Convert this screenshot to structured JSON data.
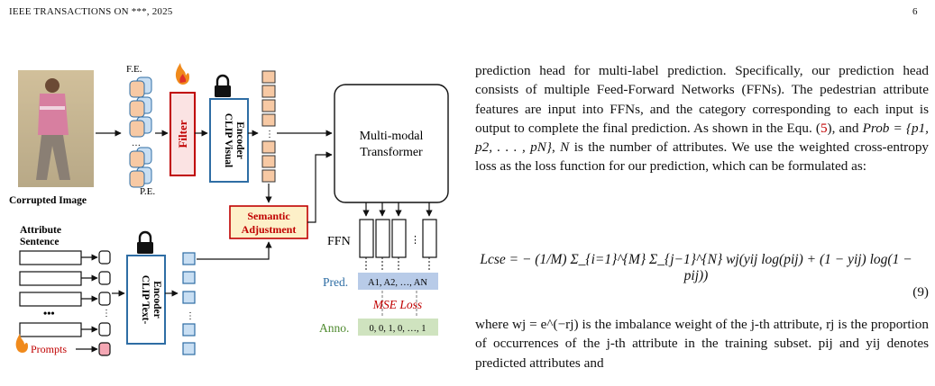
{
  "header": {
    "left": "IEEE TRANSACTIONS ON ***, 2025",
    "page_number": "6"
  },
  "figure": {
    "corrupted_image_label": "Corrupted Image",
    "fe_label": "F.E.",
    "pe_label": "P.E.",
    "filter_label": "Filter",
    "clip_visual_label_1": "CLIP Visual",
    "clip_visual_label_2": "Encoder",
    "semantic_label_1": "Semantic",
    "semantic_label_2": "Adjustment",
    "transformer_label_1": "Multi-modal",
    "transformer_label_2": "Transformer",
    "ffn_label": "FFN",
    "attribute_label_1": "Attribute",
    "attribute_label_2": "Sentence",
    "clip_text_label_1": "CLIP Text-",
    "clip_text_label_2": "Encoder",
    "prompts_label": "Prompts",
    "pred_label": "Pred.",
    "pred_values": "A1, A2, …, AN",
    "mse_loss_label": "MSE Loss",
    "anno_label": "Anno.",
    "anno_values": "0, 0, 1, 0, …, 1",
    "colors": {
      "red": "#c00000",
      "blue": "#2e6da4",
      "green": "#4f8a2f",
      "orange_fill": "#f7c9a4",
      "blue_fill": "#c9dff3",
      "pred_fill": "#b8cbe8",
      "anno_fill": "#cfe3bf",
      "semantic_fill": "#fdf0c8"
    }
  },
  "text": {
    "para1_a": "prediction head for multi-label prediction. Specifically, our prediction head consists of multiple Feed-Forward Networks (FFNs). The pedestrian attribute features are input into FFNs, and the category corresponding to each input is output to complete the final prediction. As shown in the Equ. (",
    "para1_ref": "5",
    "para1_b": "), and ",
    "para1_math1": "Prob = {p1, p2, . . . , pN}",
    "para1_c": ", ",
    "para1_math2": "N",
    "para1_d": " is the number of attributes. We use the weighted cross-entropy loss as the loss function for our prediction, which can be formulated as:",
    "equation": "Lcse = − (1/M) Σ_{i=1}^{M} Σ_{j−1}^{N} wj(yij log(pij) + (1 − yij) log(1 − pij))",
    "equation_number": "(9)",
    "para2": "where wj = e^(−rj) is the imbalance weight of the j-th attribute, rj is the proportion of occurrences of the j-th attribute in the training subset. pij and yij denotes predicted attributes and"
  }
}
